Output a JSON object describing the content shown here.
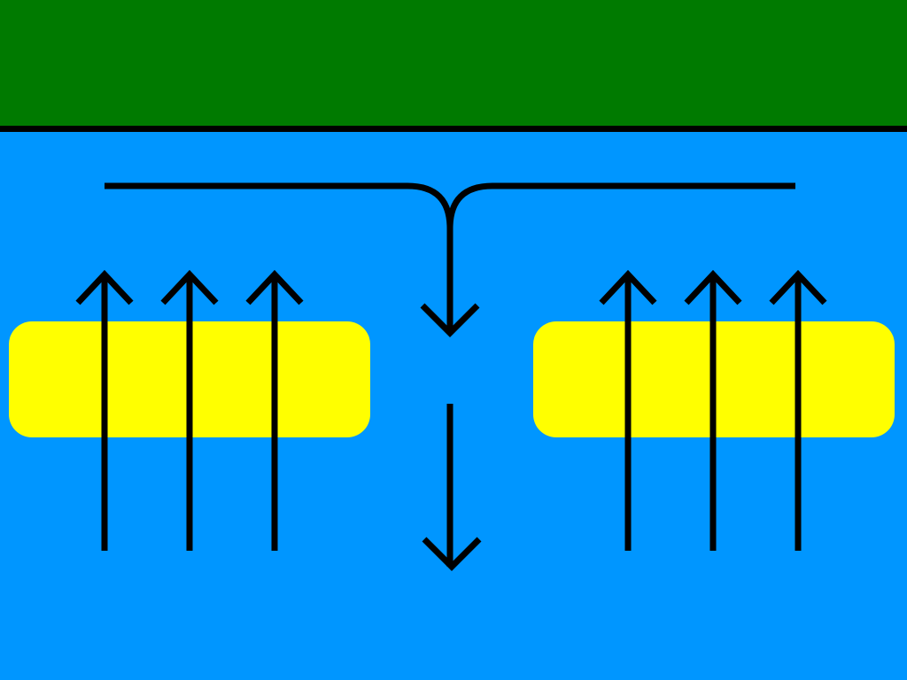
{
  "colors": {
    "land": "#007a00",
    "water": "#0096ff",
    "bar": "#ffff00",
    "arrow": "#000000"
  },
  "diagram": {
    "elements": [
      "land-strip",
      "shoreline",
      "water-body",
      "left-sandbar",
      "right-sandbar",
      "rip-current-arrow",
      "onshore-arrows-left",
      "onshore-arrows-right"
    ]
  }
}
